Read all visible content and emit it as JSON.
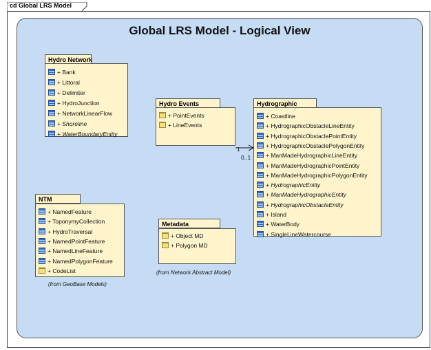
{
  "frame": {
    "label": "cd Global LRS Model"
  },
  "diagram": {
    "title": "Global LRS Model - Logical View"
  },
  "packages": {
    "hydro_network": {
      "name": "Hydro Network",
      "items": [
        {
          "label": "+ Bank",
          "kind": "class",
          "italic": false
        },
        {
          "label": "+ Littoral",
          "kind": "class",
          "italic": false
        },
        {
          "label": "+ Delimiter",
          "kind": "class",
          "italic": false
        },
        {
          "label": "+ HydroJunction",
          "kind": "class",
          "italic": false
        },
        {
          "label": "+ NetworkLinearFlow",
          "kind": "class",
          "italic": false
        },
        {
          "label": "+ Shoreline",
          "kind": "class",
          "italic": true
        },
        {
          "label": "+ WaterBoundaryEntity",
          "kind": "class",
          "italic": true
        }
      ]
    },
    "hydro_events": {
      "name": "Hydro Events",
      "items": [
        {
          "label": "+ PointEvents",
          "kind": "folder",
          "italic": false
        },
        {
          "label": "+ LineEvents",
          "kind": "folder",
          "italic": false
        }
      ]
    },
    "hydrographic": {
      "name": "Hydrographic",
      "items": [
        {
          "label": "+ Coastline",
          "kind": "class",
          "italic": false
        },
        {
          "label": "+ HydrographicObstacleLineEntity",
          "kind": "class",
          "italic": false
        },
        {
          "label": "+ HydrographicObstaclePointEntity",
          "kind": "class",
          "italic": false
        },
        {
          "label": "+ HydrographicObstaclePolygonEntity",
          "kind": "class",
          "italic": false
        },
        {
          "label": "+ ManMadeHydrographicLineEntity",
          "kind": "class",
          "italic": false
        },
        {
          "label": "+ ManMadeHydrographicPointEntity",
          "kind": "class",
          "italic": false
        },
        {
          "label": "+ ManMadeHydrographicPolygonEntity",
          "kind": "class",
          "italic": false
        },
        {
          "label": "+ HydrographicEntity",
          "kind": "class",
          "italic": true
        },
        {
          "label": "+ ManMadeHydrographicEntity",
          "kind": "class",
          "italic": true
        },
        {
          "label": "+ HydrographicObstacleEntity",
          "kind": "class",
          "italic": true
        },
        {
          "label": "+ Island",
          "kind": "class",
          "italic": false
        },
        {
          "label": "+ WaterBody",
          "kind": "class",
          "italic": false
        },
        {
          "label": "+ SingleLineWatercourse",
          "kind": "class",
          "italic": false
        }
      ]
    },
    "ntm": {
      "name": "NTM",
      "caption": "(from GeoBase Models)",
      "items": [
        {
          "label": "+ NamedFeature",
          "kind": "class",
          "italic": false
        },
        {
          "label": "+ ToponymyCollection",
          "kind": "class",
          "italic": false
        },
        {
          "label": "+ HydroTraversal",
          "kind": "class",
          "italic": false
        },
        {
          "label": "+ NamedPointFeature",
          "kind": "class",
          "italic": false
        },
        {
          "label": "+ NamedLineFeature",
          "kind": "class",
          "italic": false
        },
        {
          "label": "+ NamedPolygonFeature",
          "kind": "class",
          "italic": false
        },
        {
          "label": "+ CodeList",
          "kind": "folder",
          "italic": false
        }
      ]
    },
    "metadata": {
      "name": "Metadata",
      "caption": "(from Network Abstract Model)",
      "items": [
        {
          "label": "+ Object MD",
          "kind": "folder",
          "italic": false
        },
        {
          "label": "+ Polygon MD",
          "kind": "folder",
          "italic": false
        }
      ]
    }
  },
  "association": {
    "source_multiplicity": "1",
    "target_multiplicity": "0..1"
  },
  "colors": {
    "canvas": "#c6dcf5",
    "package": "#fff4cc",
    "class_icon": "#2f6ac8",
    "folder_icon": "#f6e07a"
  }
}
